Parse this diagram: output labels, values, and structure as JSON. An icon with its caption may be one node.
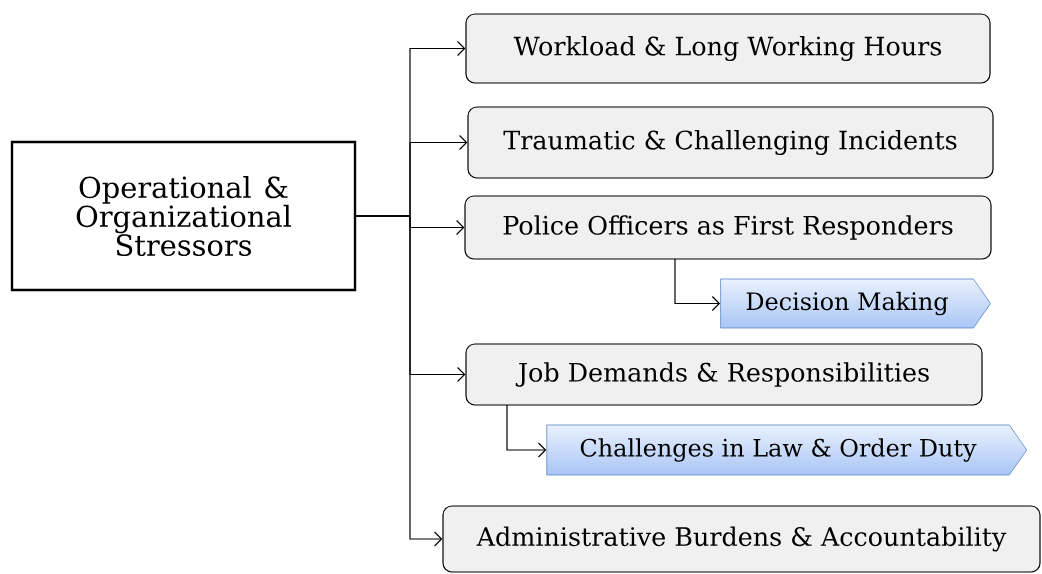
{
  "diagram": {
    "nodes": [
      {
        "text": [
          "Operational & Organizational Stressors"
        ]
      },
      {
        "text": [
          "Workload & Long Working Hours"
        ]
      },
      {
        "text": [
          "Traumatic & Challenging Incidents"
        ]
      },
      {
        "text": [
          "Police Officers as First Responders"
        ]
      },
      {
        "text": [
          "Decision Making"
        ]
      },
      {
        "text": [
          "Job Demands & Responsibilities"
        ]
      },
      {
        "text": [
          "Challenges in Law & Order Duty"
        ]
      },
      {
        "text": [
          "Administrative Burdens & Accountability"
        ]
      }
    ],
    "edges": [
      {
        "from": 0,
        "to": 1,
        "arrow": "to"
      },
      {
        "from": 0,
        "to": 2,
        "arrow": "to"
      },
      {
        "from": 0,
        "to": 3,
        "arrow": "to"
      },
      {
        "from": 3,
        "to": 4,
        "arrow": "to"
      },
      {
        "from": 0,
        "to": 5,
        "arrow": "to"
      },
      {
        "from": 5,
        "to": 6,
        "arrow": "to"
      },
      {
        "from": 0,
        "to": 7,
        "arrow": "to"
      }
    ]
  }
}
